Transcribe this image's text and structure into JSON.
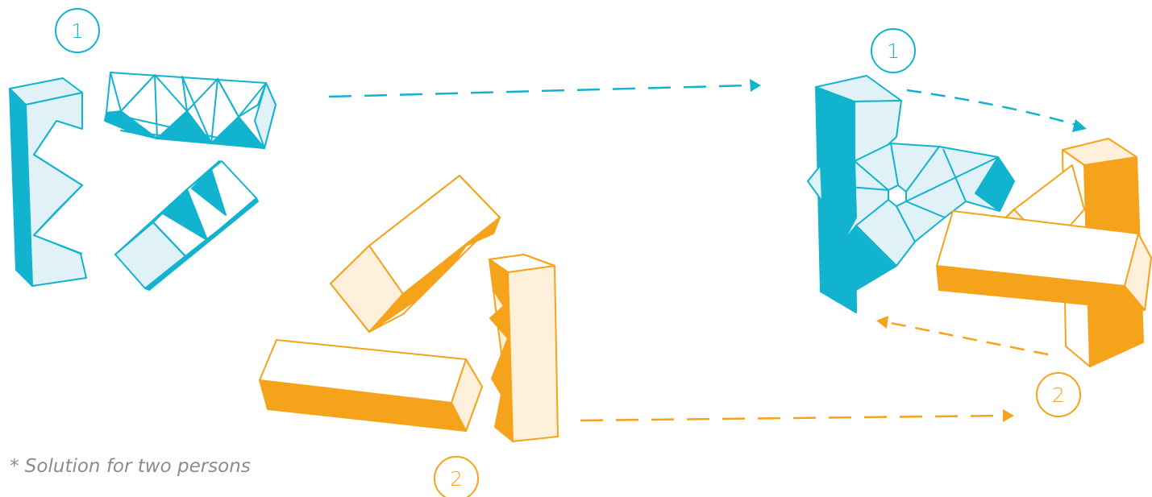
{
  "colors": {
    "blue": "#12b3cf",
    "blue_light": "#e1f1f8",
    "orange": "#f5a31a",
    "orange_light": "#fff0dc",
    "text_gray": "#8c8c8c",
    "background": "#ffffff"
  },
  "labels": {
    "person1_left": "1",
    "person1_right": "1",
    "person2_bottom": "2",
    "person2_right": "2"
  },
  "footnote": "* Solution for two persons",
  "icons": [
    "number-circle-icon",
    "dashed-arrow-icon"
  ]
}
